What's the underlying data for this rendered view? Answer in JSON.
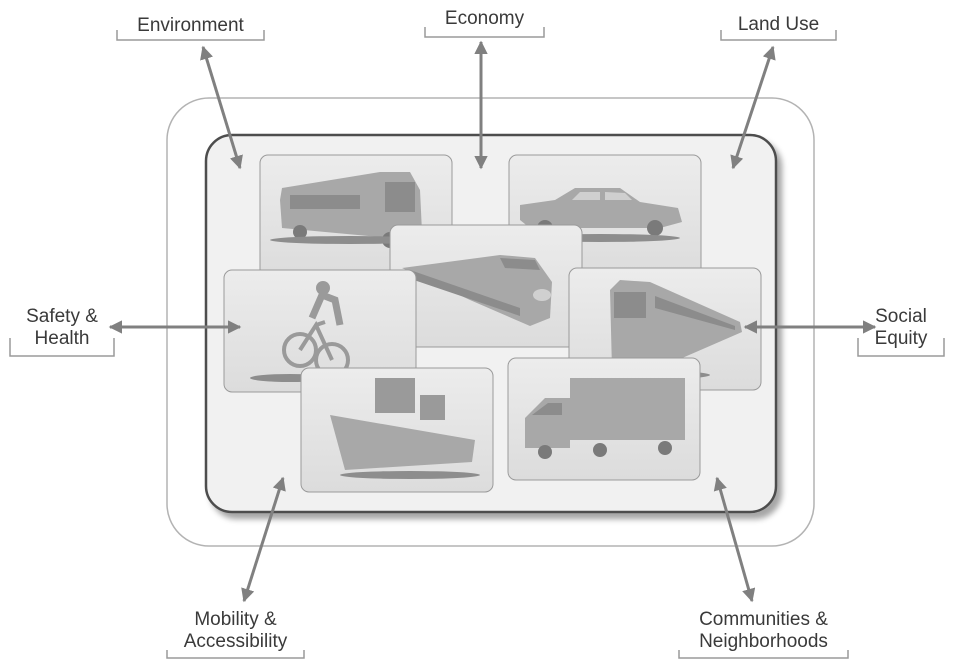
{
  "labels": {
    "environment": "Environment",
    "economy": "Economy",
    "land_use": "Land Use",
    "safety_line1": "Safety &",
    "safety_line2": "Health",
    "social_line1": "Social",
    "social_line2": "Equity",
    "mobility_line1": "Mobility &",
    "mobility_line2": "Accessibility",
    "communities_line1": "Communities &",
    "communities_line2": "Neighborhoods"
  },
  "modes": [
    "bus",
    "car",
    "high-speed-train",
    "bicycle",
    "light-rail-train",
    "ship",
    "truck"
  ],
  "colors": {
    "arrow": "#808080",
    "frame_stroke": "#555555",
    "tile_fill": "#e4e4e4",
    "silhouette": "#a8a8a8",
    "label_text": "#3a3a3a"
  }
}
